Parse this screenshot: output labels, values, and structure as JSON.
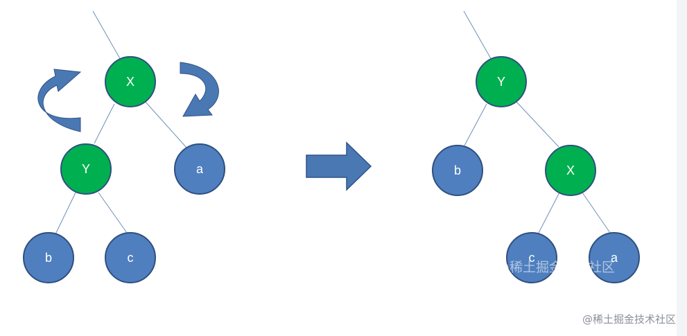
{
  "colors": {
    "green_node": "#00b050",
    "blue_node": "#4f7fbf",
    "node_stroke": "#2f4f7f",
    "edge": "#6f8fb8",
    "arrow": "#4a78b3"
  },
  "before_tree": {
    "root": "X",
    "left_child": "Y",
    "right_child": "a",
    "left_left": "b",
    "left_right": "c"
  },
  "after_tree": {
    "root": "Y",
    "left_child": "b",
    "right_child": "X",
    "right_left": "c",
    "right_right": "a"
  },
  "watermark": {
    "inner": "@稀土掘金技术社区",
    "corner": "@稀土掘金技术社区"
  }
}
